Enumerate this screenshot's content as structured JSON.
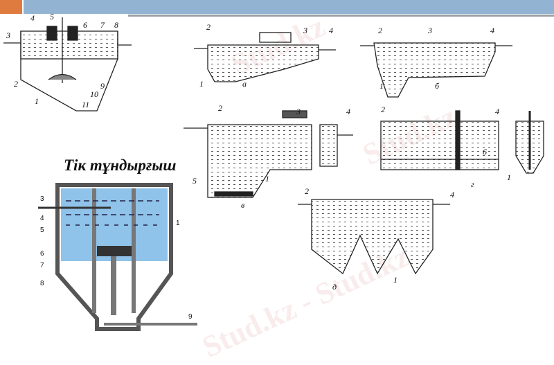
{
  "slide": {
    "title": "Тік тұндырғыш",
    "accent_colors": {
      "orange": "#e07b3f",
      "blue": "#93b3d2",
      "water": "#8fc3ea"
    },
    "watermark": "Stud.kz"
  },
  "diagram_top_left": {
    "labels": [
      "3",
      "4",
      "5",
      "6",
      "7",
      "8",
      "2",
      "1",
      "9",
      "10",
      "11"
    ]
  },
  "diagram_vertical": {
    "labels": [
      "3",
      "4",
      "5",
      "6",
      "7",
      "8",
      "9",
      "1"
    ]
  },
  "diagram_a": {
    "letter": "а",
    "labels": [
      "2",
      "3",
      "4",
      "1"
    ]
  },
  "diagram_b": {
    "letter": "б",
    "labels": [
      "2",
      "3",
      "4",
      "1"
    ]
  },
  "diagram_v": {
    "letter": "в",
    "labels": [
      "2",
      "3",
      "4",
      "5",
      "1"
    ]
  },
  "diagram_g": {
    "letter": "г",
    "labels": [
      "2",
      "4",
      "6",
      "1"
    ]
  },
  "diagram_d": {
    "letter": "д",
    "labels": [
      "2",
      "4",
      "1"
    ]
  }
}
